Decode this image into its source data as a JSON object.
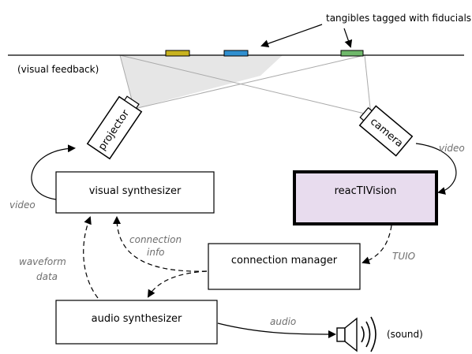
{
  "title_annotation": "tangibles tagged with fiducials",
  "surface_label": "(visual feedback)",
  "devices": {
    "projector": "projector",
    "camera": "camera"
  },
  "boxes": {
    "visual_synthesizer": "visual synthesizer",
    "reactivision": "reacTIVision",
    "connection_manager": "connection manager",
    "audio_synthesizer": "audio synthesizer"
  },
  "edge_labels": {
    "video_left": "video",
    "video_right": "video",
    "connection_info_line1": "connection",
    "connection_info_line2": "info",
    "waveform_line1": "waveform",
    "waveform_line2": "data",
    "tuio": "TUIO",
    "audio": "audio"
  },
  "output_label": "(sound)",
  "colors": {
    "tangible_yellow": "#c8b21e",
    "tangible_blue": "#2f8fd0",
    "tangible_green": "#6fb86a",
    "reactivision_fill": "#e8dcee",
    "projection_fill": "#e6e6e6",
    "ray_gray": "#aaaaaa",
    "label_gray": "#6e6e6e"
  },
  "icons": {
    "speaker": "speaker-icon"
  }
}
